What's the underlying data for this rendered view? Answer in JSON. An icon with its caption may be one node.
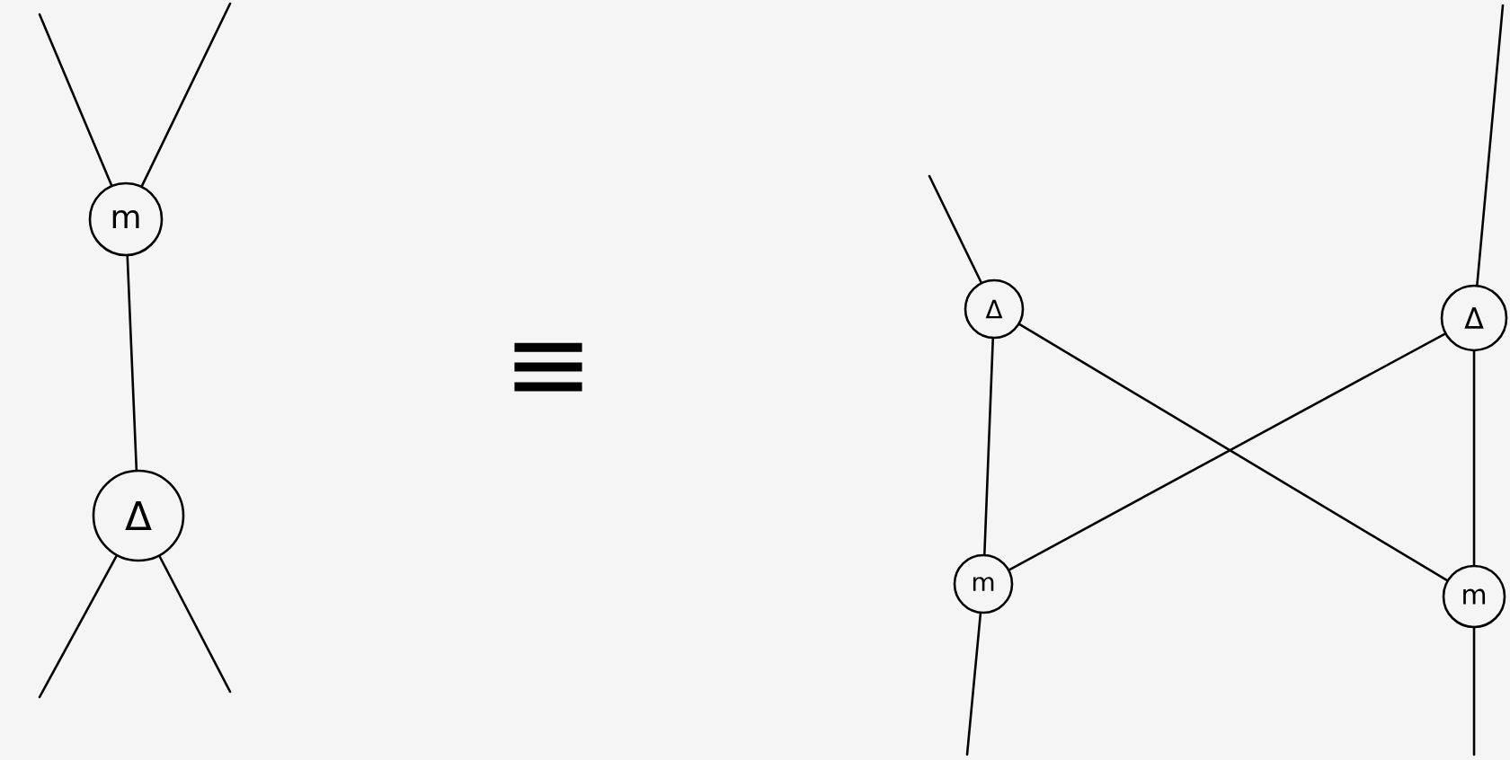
{
  "diagram": {
    "nodes": [
      {
        "text": [
          "m"
        ]
      },
      {
        "text": [
          "Δ"
        ]
      },
      {
        "text": [
          "Δ"
        ]
      },
      {
        "text": [
          "Δ"
        ]
      },
      {
        "text": [
          "m"
        ]
      },
      {
        "text": [
          "m"
        ]
      }
    ],
    "edges": [
      {
        "from": null,
        "to": 0,
        "arrow": "none"
      },
      {
        "from": null,
        "to": 0,
        "arrow": "none"
      },
      {
        "from": 0,
        "to": 1,
        "arrow": "none"
      },
      {
        "from": 1,
        "to": null,
        "arrow": "none"
      },
      {
        "from": 1,
        "to": null,
        "arrow": "none"
      },
      {
        "from": null,
        "to": 2,
        "arrow": "none"
      },
      {
        "from": null,
        "to": 3,
        "arrow": "none"
      },
      {
        "from": 2,
        "to": 4,
        "arrow": "none"
      },
      {
        "from": 2,
        "to": 5,
        "arrow": "none"
      },
      {
        "from": 3,
        "to": 4,
        "arrow": "none"
      },
      {
        "from": 3,
        "to": 5,
        "arrow": "none"
      },
      {
        "from": 4,
        "to": null,
        "arrow": "none"
      },
      {
        "from": 5,
        "to": null,
        "arrow": "none"
      }
    ],
    "labels": [
      "≡"
    ]
  }
}
